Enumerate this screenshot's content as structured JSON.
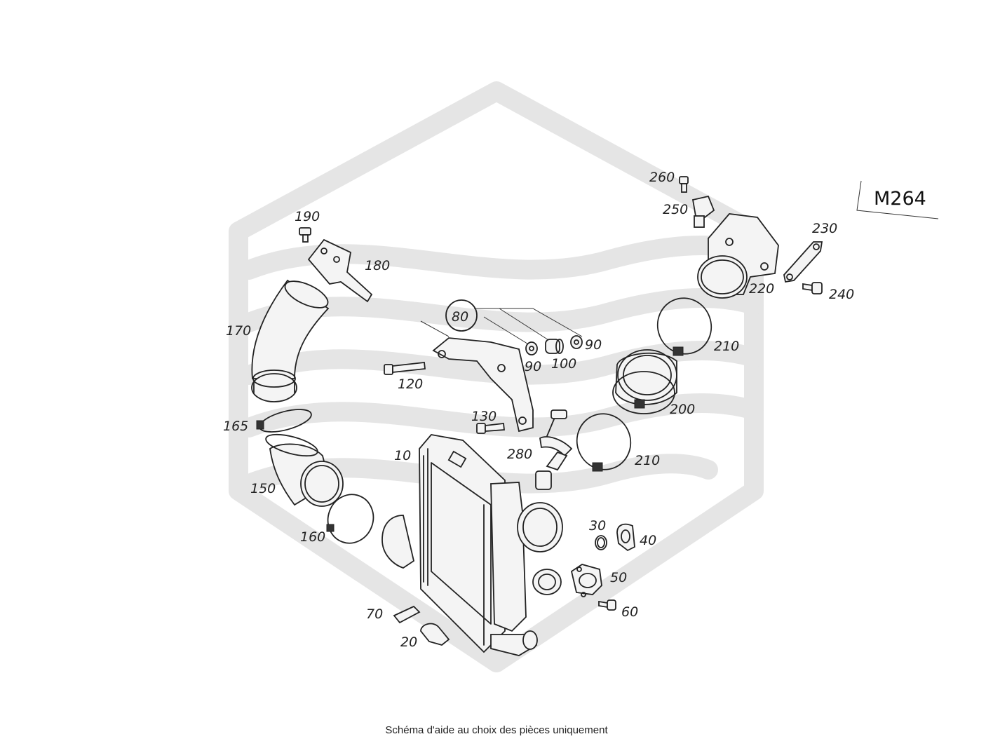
{
  "engine_code": "M264",
  "caption": "Schéma d'aide au choix des pièces uniquement",
  "callouts": {
    "p10": "10",
    "p20": "20",
    "p30": "30",
    "p40": "40",
    "p50": "50",
    "p60": "60",
    "p70": "70",
    "p80": "80",
    "p90a": "90",
    "p90b": "90",
    "p100": "100",
    "p120": "120",
    "p130": "130",
    "p150": "150",
    "p160": "160",
    "p165": "165",
    "p170": "170",
    "p180": "180",
    "p190": "190",
    "p200": "200",
    "p210a": "210",
    "p210b": "210",
    "p220": "220",
    "p230": "230",
    "p240": "240",
    "p250": "250",
    "p260": "260",
    "p280": "280"
  }
}
